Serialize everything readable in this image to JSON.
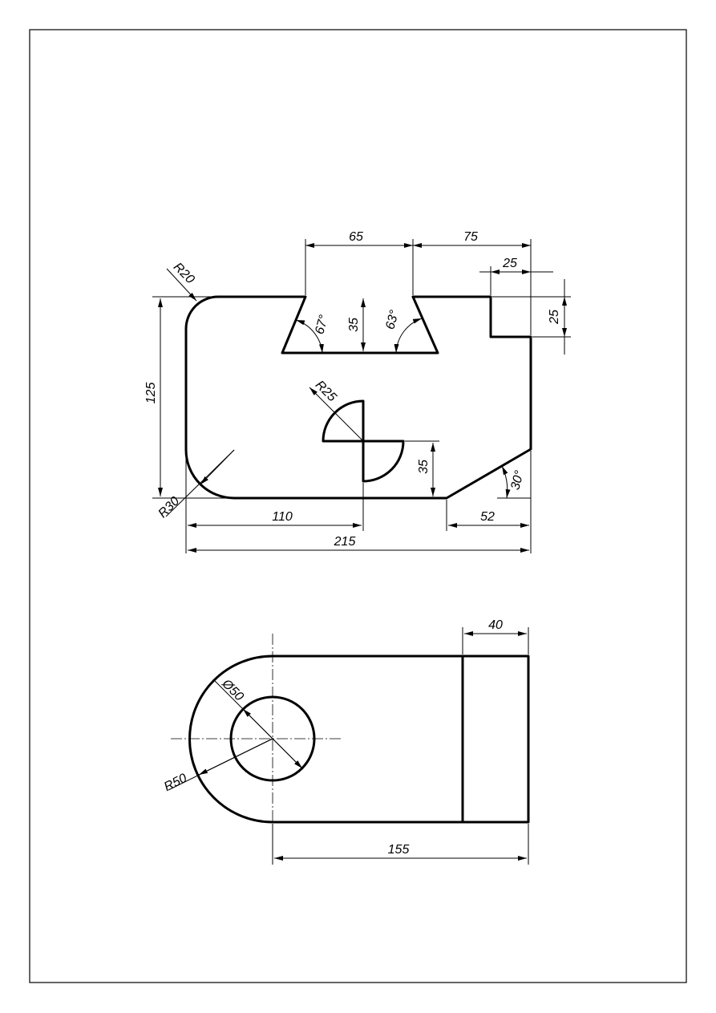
{
  "drawing": {
    "front_view": {
      "dim_top_slot_width": "65",
      "dim_top_right_width": "75",
      "dim_step_width": "25",
      "dim_step_height": "25",
      "dim_fillet_top_left": "R20",
      "dim_slot_depth": "35",
      "dim_angle_left": "67°",
      "dim_angle_right": "63°",
      "dim_overall_height": "125",
      "dim_arc_radius": "R25",
      "dim_arc_offset": "35",
      "dim_chamfer_angle": "30°",
      "dim_fillet_bottom_left": "R30",
      "dim_arc_position": "110",
      "dim_chamfer_length": "52",
      "dim_overall_width": "215"
    },
    "top_view": {
      "dim_end_width": "40",
      "dim_hole_diameter": "Ø50",
      "dim_end_radius": "R50",
      "dim_length": "155"
    }
  },
  "colors": {
    "line": "#000000",
    "background": "#ffffff"
  }
}
